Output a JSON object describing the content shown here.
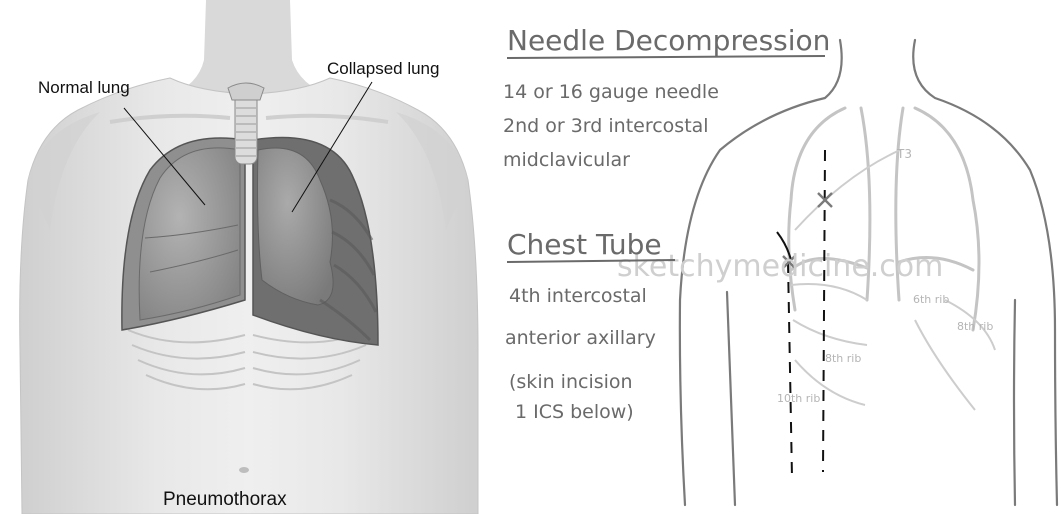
{
  "left": {
    "label_normal": "Normal lung",
    "label_collapsed": "Collapsed lung",
    "caption": "Pneumothorax"
  },
  "right": {
    "needle_title": "Needle Decompression",
    "needle_lines": [
      "14 or 16 gauge needle",
      "2nd or 3rd intercostal",
      "midclavicular"
    ],
    "tube_title": "Chest Tube",
    "tube_lines": [
      "4th intercostal",
      "anterior axillary",
      "(skin incision",
      "1 ICS below)"
    ],
    "rib_labels": {
      "t3": "T3",
      "rib6": "6th rib",
      "rib8_left": "8th rib",
      "rib8_right": "8th rib",
      "rib10": "10th rib"
    },
    "watermark": "sketchymedicine.com"
  },
  "colors": {
    "skin": "#e3e3e3",
    "lung": "#9c9c9c",
    "lung_dark": "#7e7e7e",
    "sketch_line": "#7a7a7a",
    "rib_line": "#c7c7c7"
  }
}
